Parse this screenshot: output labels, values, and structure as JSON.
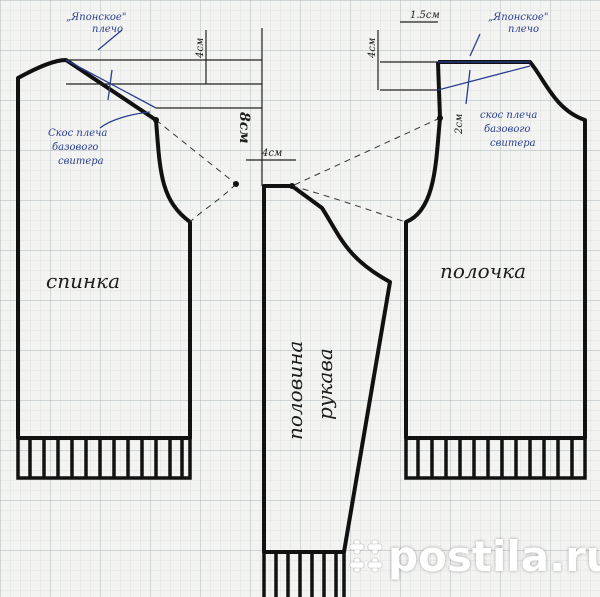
{
  "labels": {
    "japan_shoulder_left": "„Японское\"",
    "japan_shoulder_left_2": "плечо",
    "japan_shoulder_right": "„Японское\"",
    "japan_shoulder_right_2": "плечо",
    "shoulder_slope_left_1": "Скос плеча",
    "shoulder_slope_left_2": "базового",
    "shoulder_slope_left_3": "свитера",
    "shoulder_slope_right_1": "скос плеча",
    "shoulder_slope_right_2": "базового",
    "shoulder_slope_right_3": "свитера",
    "dim_4cm_left": "4см",
    "dim_4cm_right": "4см",
    "dim_8cm": "8см",
    "dim_4cm_center": "4см",
    "dim_15cm": "1.5см",
    "dim_2cm": "2см",
    "back": "спинка",
    "front": "полочка",
    "sleeve_1": "половина",
    "sleeve_2": "рукава"
  },
  "watermark": {
    "text": "postila.ru"
  },
  "colors": {
    "ink": "#111111",
    "blue_ink": "#2b3f8f",
    "grid_minor": "#c9d3d6",
    "grid_major": "#a9b5b9"
  }
}
